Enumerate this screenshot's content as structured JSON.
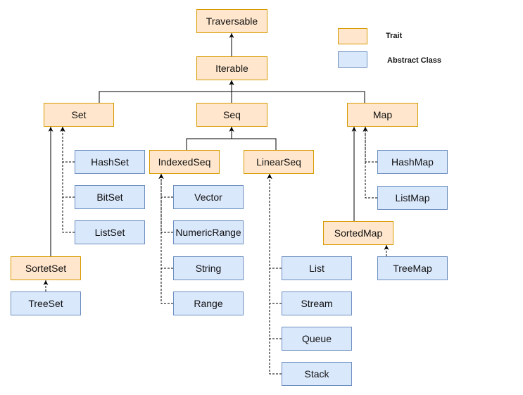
{
  "colors": {
    "trait_fill": "#ffe6cc",
    "trait_border": "#d79b00",
    "abstract_fill": "#dae8fc",
    "abstract_border": "#6c8ebf",
    "edge": "#000000"
  },
  "legend": {
    "trait_label": "Trait",
    "abstract_label": "Abstract Class"
  },
  "nodes": {
    "traversable": {
      "label": "Traversable",
      "kind": "trait"
    },
    "iterable": {
      "label": "Iterable",
      "kind": "trait"
    },
    "set": {
      "label": "Set",
      "kind": "trait"
    },
    "seq": {
      "label": "Seq",
      "kind": "trait"
    },
    "map": {
      "label": "Map",
      "kind": "trait"
    },
    "indexedseq": {
      "label": "IndexedSeq",
      "kind": "trait"
    },
    "linearseq": {
      "label": "LinearSeq",
      "kind": "trait"
    },
    "hashset": {
      "label": "HashSet",
      "kind": "abstract"
    },
    "bitset": {
      "label": "BitSet",
      "kind": "abstract"
    },
    "listset": {
      "label": "ListSet",
      "kind": "abstract"
    },
    "sortetset": {
      "label": "SortetSet",
      "kind": "trait"
    },
    "treeset": {
      "label": "TreeSet",
      "kind": "abstract"
    },
    "vector": {
      "label": "Vector",
      "kind": "abstract"
    },
    "numericrange": {
      "label": "NumericRange",
      "kind": "abstract"
    },
    "string": {
      "label": "String",
      "kind": "abstract"
    },
    "range": {
      "label": "Range",
      "kind": "abstract"
    },
    "list": {
      "label": "List",
      "kind": "abstract"
    },
    "stream": {
      "label": "Stream",
      "kind": "abstract"
    },
    "queue": {
      "label": "Queue",
      "kind": "abstract"
    },
    "stack": {
      "label": "Stack",
      "kind": "abstract"
    },
    "hashmap": {
      "label": "HashMap",
      "kind": "abstract"
    },
    "listmap": {
      "label": "ListMap",
      "kind": "abstract"
    },
    "sortedmap": {
      "label": "SortedMap",
      "kind": "trait"
    },
    "treemap": {
      "label": "TreeMap",
      "kind": "abstract"
    }
  },
  "edges": [
    {
      "from": "iterable",
      "to": "traversable",
      "style": "solid"
    },
    {
      "from": "set",
      "to": "iterable",
      "style": "solid"
    },
    {
      "from": "seq",
      "to": "iterable",
      "style": "solid"
    },
    {
      "from": "map",
      "to": "iterable",
      "style": "solid"
    },
    {
      "from": "indexedseq",
      "to": "seq",
      "style": "solid"
    },
    {
      "from": "linearseq",
      "to": "seq",
      "style": "solid"
    },
    {
      "from": "sortetset",
      "to": "set",
      "style": "solid"
    },
    {
      "from": "hashset",
      "to": "set",
      "style": "dashed"
    },
    {
      "from": "bitset",
      "to": "set",
      "style": "dashed"
    },
    {
      "from": "listset",
      "to": "set",
      "style": "dashed"
    },
    {
      "from": "treeset",
      "to": "sortetset",
      "style": "dashed"
    },
    {
      "from": "vector",
      "to": "indexedseq",
      "style": "dashed"
    },
    {
      "from": "numericrange",
      "to": "indexedseq",
      "style": "dashed"
    },
    {
      "from": "string",
      "to": "indexedseq",
      "style": "dashed"
    },
    {
      "from": "range",
      "to": "indexedseq",
      "style": "dashed"
    },
    {
      "from": "list",
      "to": "linearseq",
      "style": "dashed"
    },
    {
      "from": "stream",
      "to": "linearseq",
      "style": "dashed"
    },
    {
      "from": "queue",
      "to": "linearseq",
      "style": "dashed"
    },
    {
      "from": "stack",
      "to": "linearseq",
      "style": "dashed"
    },
    {
      "from": "sortedmap",
      "to": "map",
      "style": "solid"
    },
    {
      "from": "hashmap",
      "to": "map",
      "style": "dashed"
    },
    {
      "from": "listmap",
      "to": "map",
      "style": "dashed"
    },
    {
      "from": "treemap",
      "to": "sortedmap",
      "style": "dashed"
    }
  ]
}
